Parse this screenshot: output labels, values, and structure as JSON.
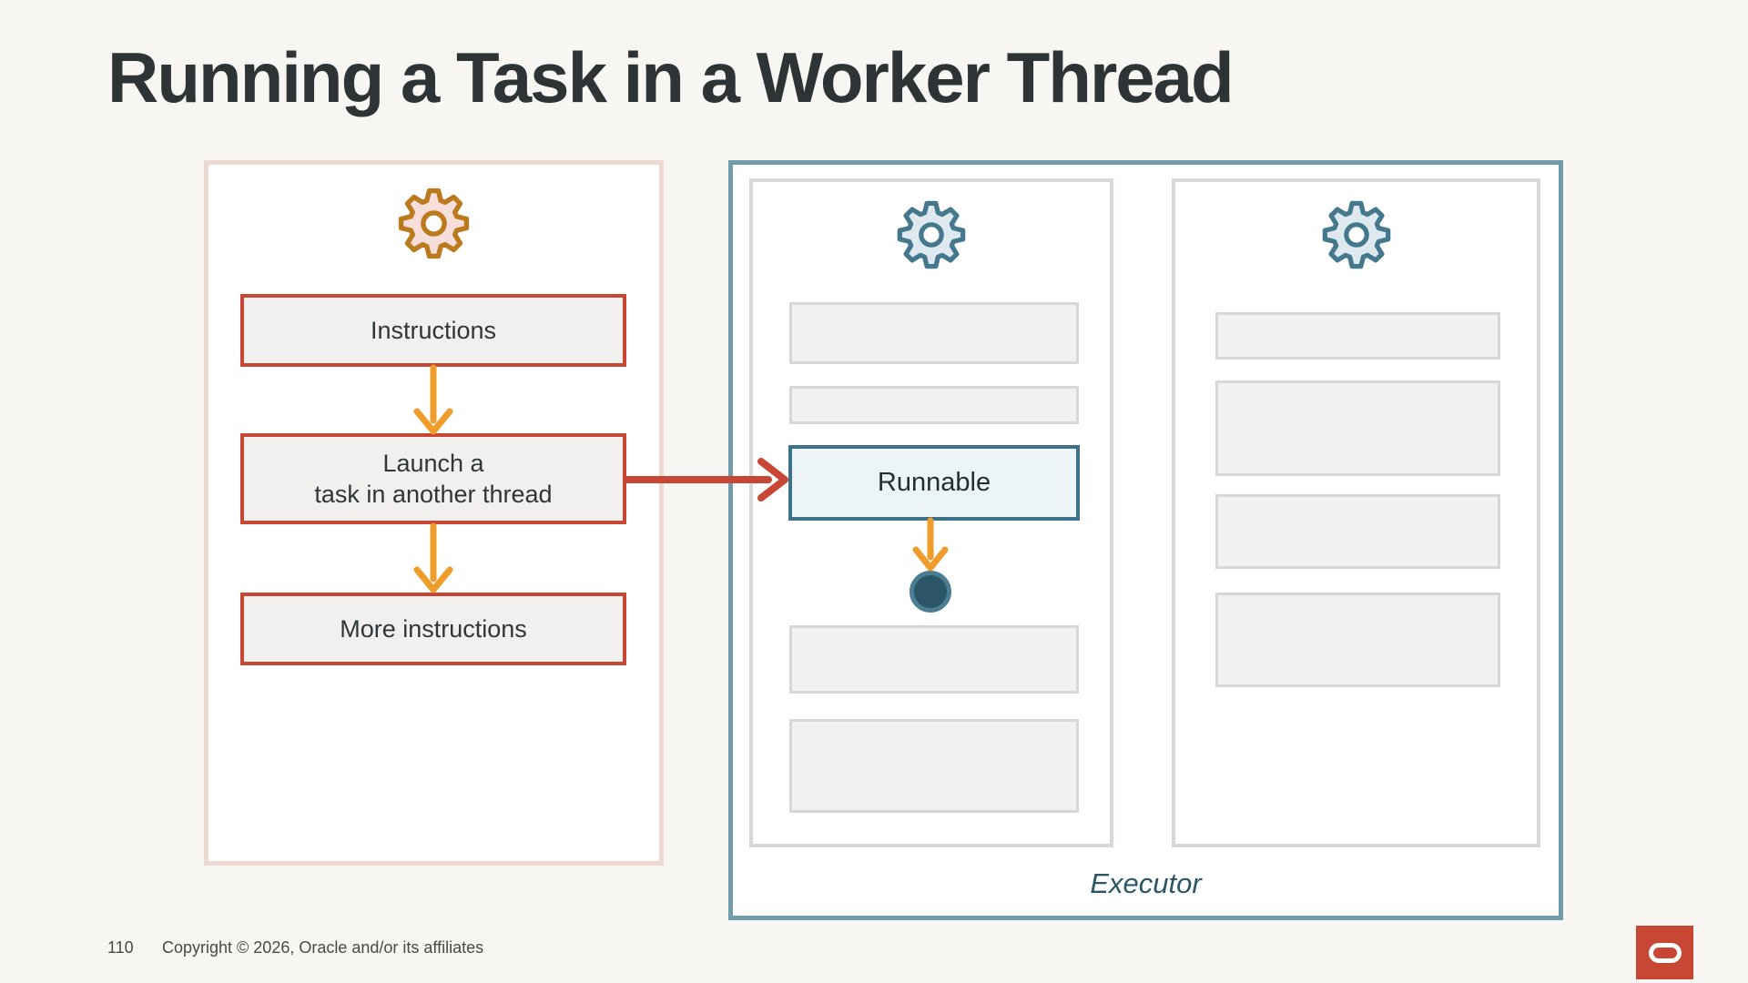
{
  "slide": {
    "title": "Running a Task in a Worker Thread",
    "footer": {
      "page_number": "110",
      "copyright": "Copyright © 2026, Oracle and/or its affiliates"
    }
  },
  "caller_thread": {
    "boxes": {
      "instructions": "Instructions",
      "launch": "Launch a\ntask in another thread",
      "more": "More instructions"
    }
  },
  "executor": {
    "label": "Executor",
    "runnable": "Runnable"
  },
  "icons": {
    "caller_gear": "gear-icon",
    "worker_gear_1": "gear-icon",
    "worker_gear_2": "gear-icon",
    "down_arrow": "arrow-down-icon",
    "right_arrow": "arrow-right-icon",
    "start_dot": "task-start-dot",
    "logo": "oracle-logo"
  },
  "colors": {
    "accent_red": "#c74634",
    "accent_orange": "#ef9d2a",
    "accent_teal_border": "#3d7289",
    "executor_border": "#6f9cab",
    "caller_border": "#eed8d2",
    "gear_orange_stroke": "#bc7a1e",
    "gear_orange_fill": "#f7dedb",
    "gear_blue_stroke": "#45788d",
    "gear_blue_fill": "#dde9ef",
    "dot_fill": "#2c5668",
    "dot_ring": "#4b7e93",
    "title_color": "#2e3335",
    "background": "#f8f6f3"
  }
}
